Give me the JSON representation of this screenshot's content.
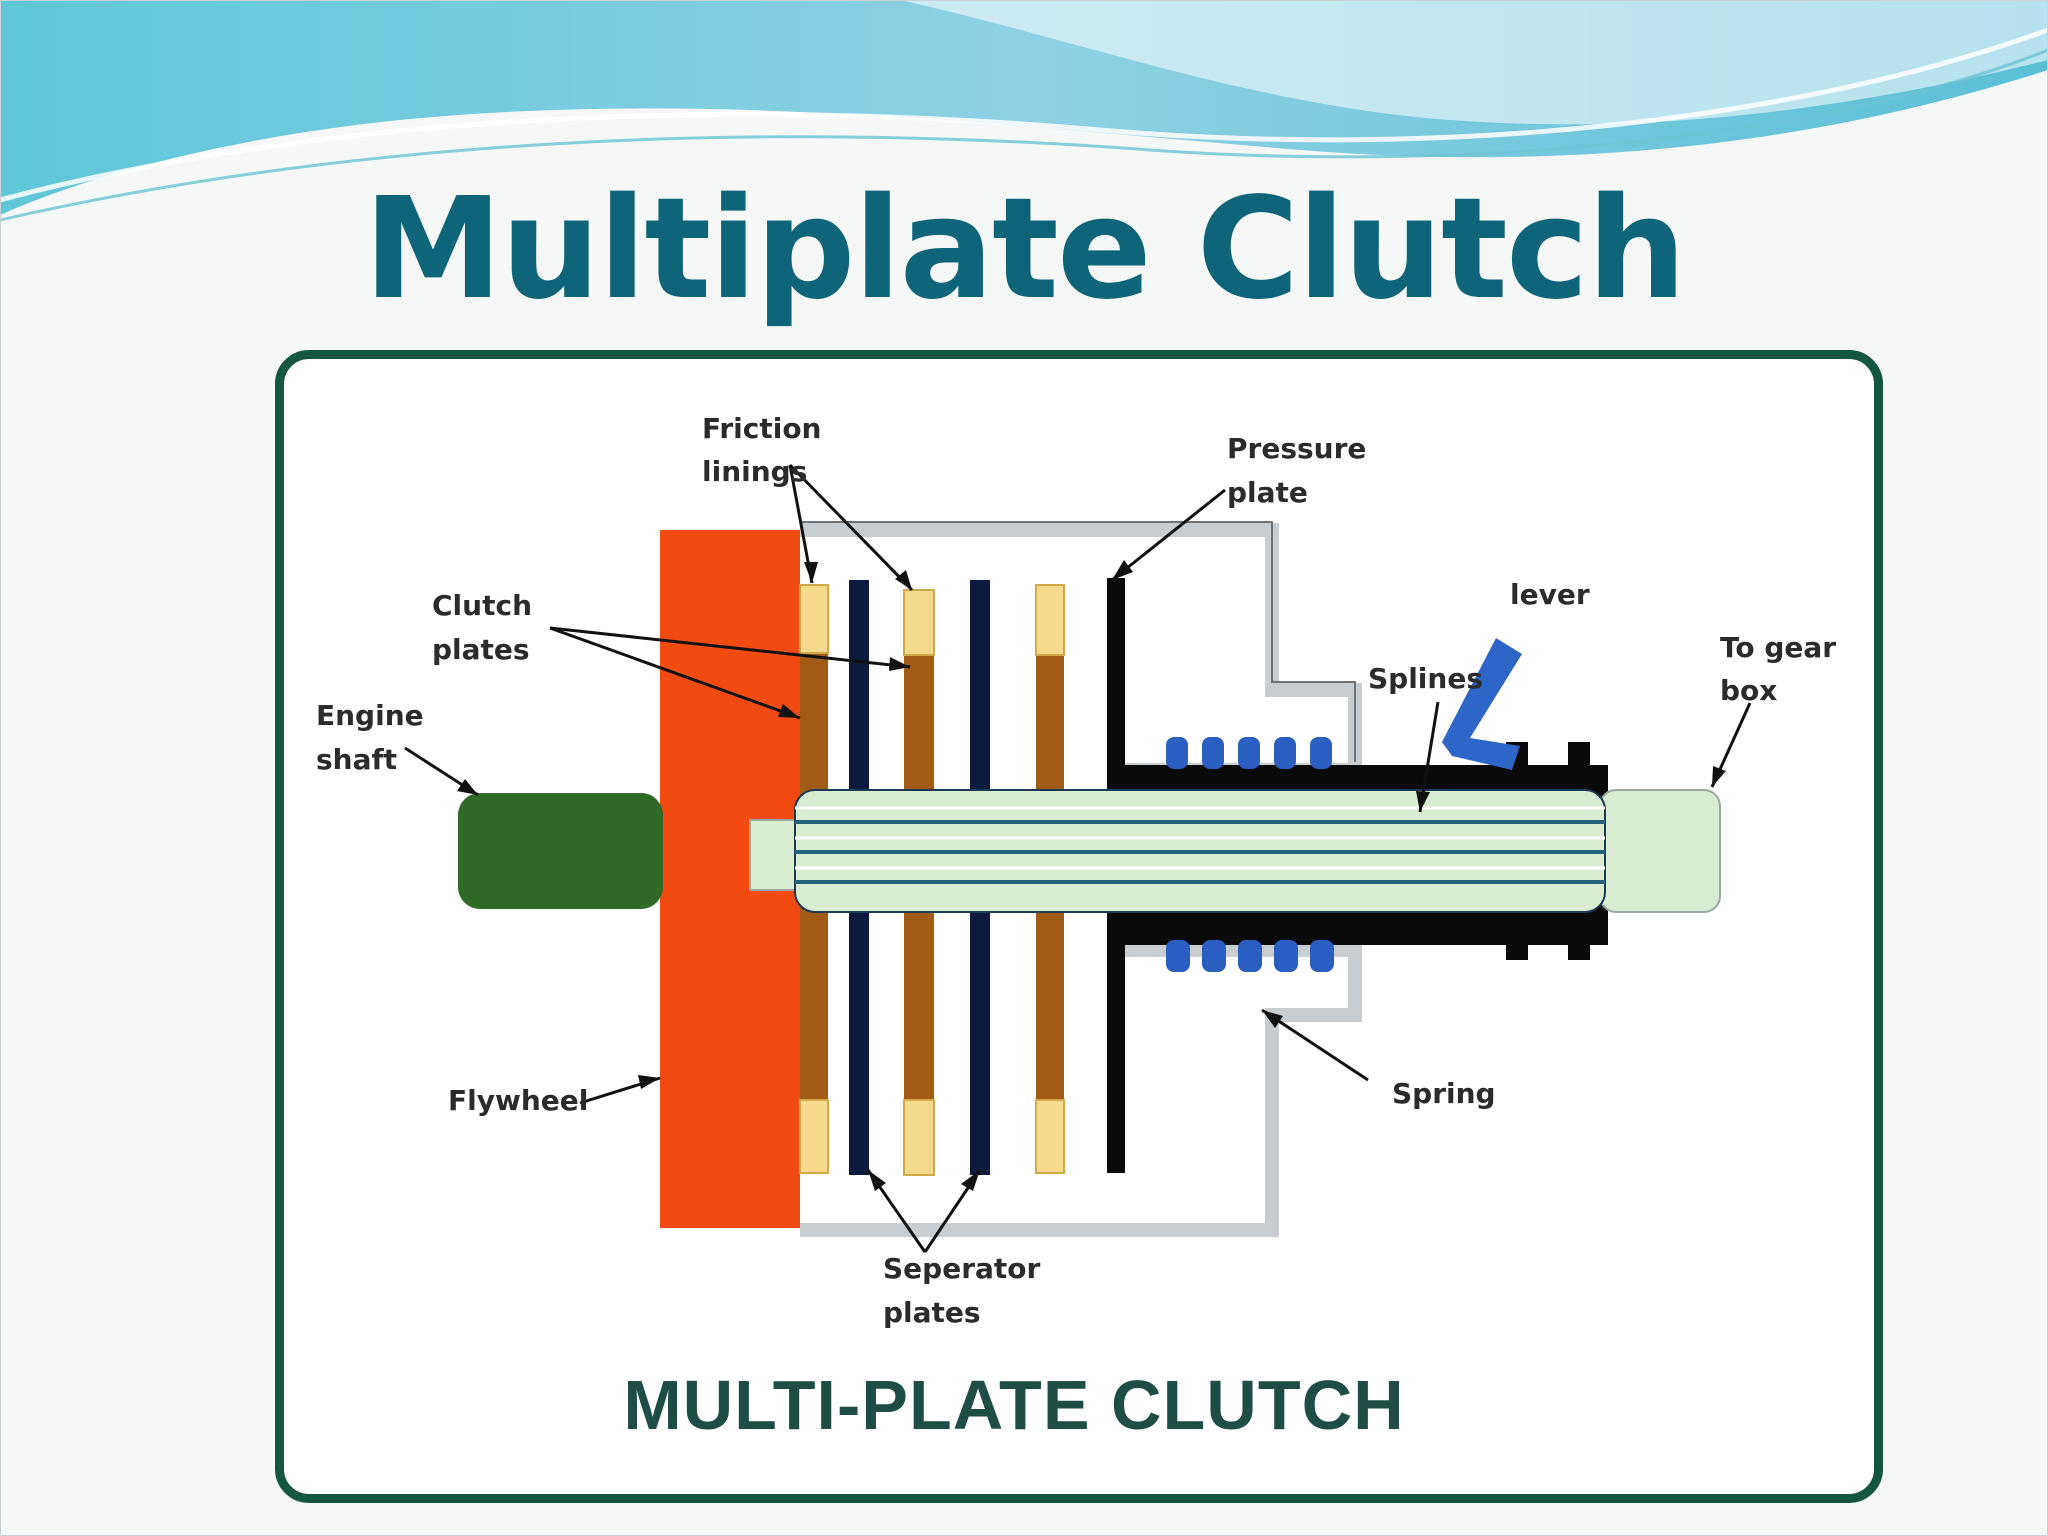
{
  "title": "Multiplate Clutch",
  "caption": "MULTI-PLATE CLUTCH",
  "labels": {
    "friction_linings": [
      "Friction",
      "linings"
    ],
    "pressure_plate": [
      "Pressure",
      "plate"
    ],
    "clutch_plates": [
      "Clutch",
      "plates"
    ],
    "engine_shaft": [
      "Engine",
      "shaft"
    ],
    "lever": "lever",
    "splines": "Splines",
    "to_gear_box": [
      "To gear",
      "box"
    ],
    "flywheel": "Flywheel",
    "spring": "Spring",
    "seperator_plates": [
      "Seperator",
      "plates"
    ]
  },
  "colors": {
    "title": "#0e6478",
    "panel_border": "#155641",
    "flywheel": "#f24b12",
    "engine_shaft": "#2f6a26",
    "clutch_plate": "#a15b14",
    "friction_lining": "#f5d98c",
    "separator_plate": "#0c1a40",
    "spring": "#2a5ec1",
    "lever": "#2e66c8",
    "shaft": "#d8ecd2",
    "shaft_stripe": "#24617a",
    "caption": "#1d4d45"
  }
}
